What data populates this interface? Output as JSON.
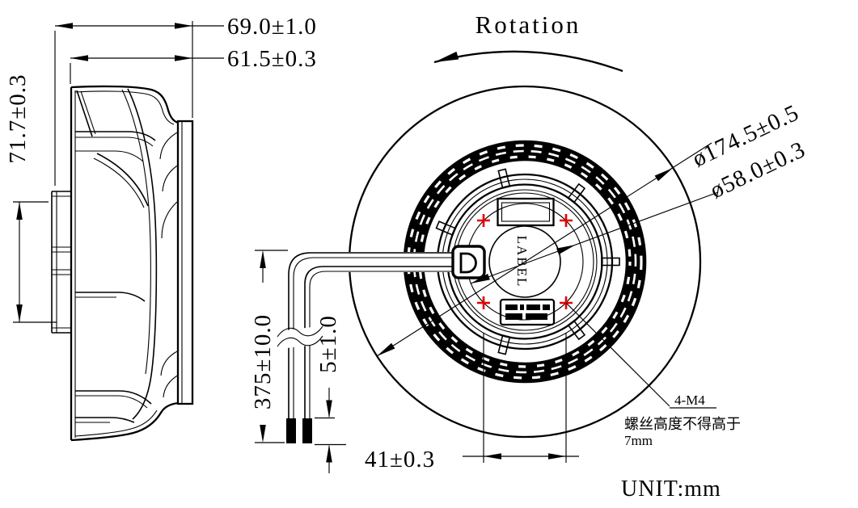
{
  "colors": {
    "ink": "#000000",
    "hole_marker": "#e80000",
    "background": "#ffffff"
  },
  "side_view": {
    "dim_total_depth": "69.0±1.0",
    "dim_impeller_depth": "61.5±0.3",
    "dim_hub_height": "71.7±0.3"
  },
  "front_view": {
    "rotation_label": "Rotation",
    "dim_outer_diameter": "ø174.5±0.5",
    "dim_bolt_circle": "ø58.0±0.3",
    "dim_hole_spacing": "41±0.3",
    "hub_label": "LABEL",
    "mounting_note": {
      "title": "4-M4",
      "line1": "螺丝高度不得高于",
      "line2": "7mm"
    }
  },
  "cable": {
    "dim_length": "375±10.0",
    "dim_tip_length": "5±1.0"
  },
  "footer": {
    "unit_label": "UNIT:mm"
  }
}
